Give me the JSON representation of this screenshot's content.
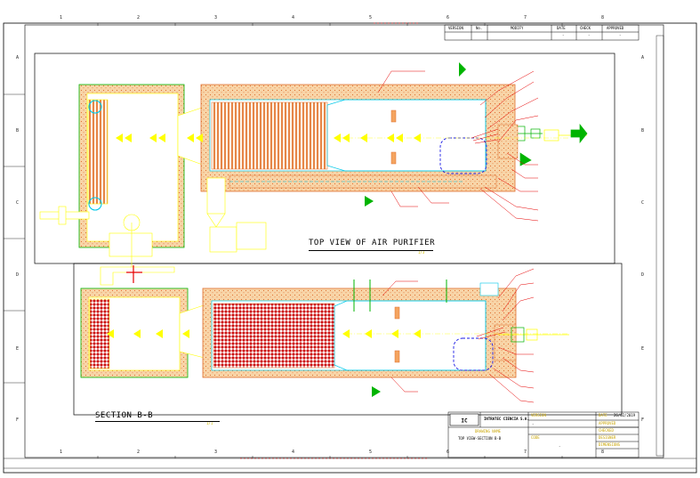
{
  "grid": {
    "columns": [
      "1",
      "2",
      "3",
      "4",
      "5",
      "6",
      "7",
      "8"
    ],
    "rows": [
      "A",
      "B",
      "C",
      "D",
      "E",
      "F"
    ]
  },
  "revision_table": {
    "headers": [
      "VERSION",
      "No.",
      "MODIFY",
      "DATE",
      "CHECK",
      "APPROVED"
    ],
    "row": [
      "-",
      "-",
      "-"
    ]
  },
  "views": {
    "top_title": "TOP VIEW OF AIR PURIFIER",
    "top_scale": "1/3",
    "section_title": "SECTION B-B",
    "section_scale": "1/1"
  },
  "title_block": {
    "company": "INTRATEC CIENCIA S.A.",
    "label_drawing_name": "DRAWING NAME",
    "drawing_name_value": "TOP VIEW-SECTION B-B",
    "label_code": "CODE",
    "code_value": "-",
    "label_version": "VERSION",
    "version_value": "-",
    "label_date": "DATE",
    "date_value": "26/02/2019",
    "label_approved": "APPROVED",
    "label_checked": "CHECKED",
    "label_designer": "DESIGNER",
    "label_dimensions": "DIMENSIONS"
  },
  "colors": {
    "border": "#000000",
    "refractory": "#f4a460",
    "refractory_fill": "#f8d5a8",
    "gas_path": "#ffff00",
    "duct": "#00c8e8",
    "callout": "#e60000",
    "blue": "#1a1ae6",
    "green": "#00b400",
    "note_text": "#d8b800"
  }
}
